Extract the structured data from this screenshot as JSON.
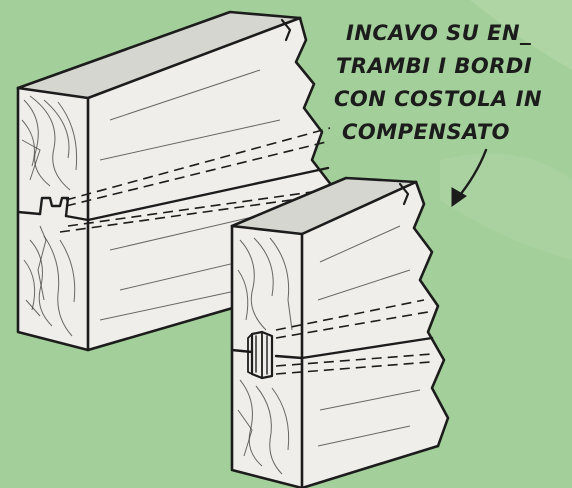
{
  "annotation": {
    "lines": [
      "INCAVO SU EN_",
      "TRAMBI I BORDI",
      "CON COSTOLA IN",
      "COMPENSATO"
    ]
  },
  "colors": {
    "background": "#a3cf9a",
    "wood_face": "#efeeea",
    "ink": "#1c1c1c"
  }
}
